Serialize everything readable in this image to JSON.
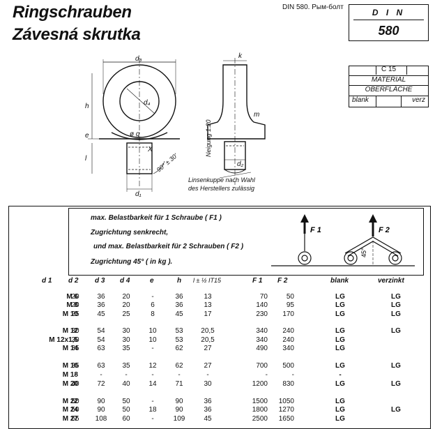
{
  "header": {
    "title_de": "Ringschrauben",
    "title_sk": "Závesná skrutka",
    "note": "DIN 580. Рым-болт",
    "din_label": "D I N",
    "din_number": "580"
  },
  "material_box": {
    "value": "C 15",
    "material": "MATERIAL",
    "surface": "OBERFLÄCHE",
    "blank": "blank",
    "verz": "verz"
  },
  "drawing": {
    "labels": {
      "d3": "d₃",
      "d4": "d₄",
      "e": "e",
      "dg": "ø g",
      "x": "X",
      "h": "h",
      "l": "l",
      "d1": "d₁",
      "k": "k",
      "m": "m",
      "d2": "d₂",
      "neigung": "Neigung  1:20",
      "angle": "90° ± 30'",
      "note_line1": "Linsenkuppe nach Wahl",
      "note_line2": "des Herstellers zulässig"
    }
  },
  "load_info": {
    "line1": "max. Belastbarkeit für 1 Schraube  ( F1 )",
    "line2": "Zugrichtung senkrecht,",
    "line3": "und max. Belastbarkeit für 2 Schrauben  ( F2 )",
    "line4": "Zugrichtung 45°  ( in kg ).",
    "f1": "F 1",
    "f2": "F 2",
    "angle": "45°"
  },
  "table": {
    "headers": [
      "d 1",
      "d 2",
      "d 3",
      "d 4",
      "e",
      "h",
      "l  ± ½ IT15",
      "F 1",
      "F 2",
      "blank",
      "verzinkt"
    ],
    "rows": [
      [
        "M 6",
        "20",
        "36",
        "20",
        "-",
        "36",
        "13",
        "70",
        "50",
        "LG",
        "LG"
      ],
      [
        "M 8",
        "20",
        "36",
        "20",
        "6",
        "36",
        "13",
        "140",
        "95",
        "LG",
        "LG"
      ],
      [
        "M 10",
        "25",
        "45",
        "25",
        "8",
        "45",
        "17",
        "230",
        "170",
        "LG",
        "LG"
      ],
      [
        "M 12",
        "30",
        "54",
        "30",
        "10",
        "53",
        "20,5",
        "340",
        "240",
        "LG",
        "LG"
      ],
      [
        "M 12x1,5",
        "30",
        "54",
        "30",
        "10",
        "53",
        "20,5",
        "340",
        "240",
        "LG",
        ""
      ],
      [
        "M 14",
        "35",
        "63",
        "35",
        "-",
        "62",
        "27",
        "490",
        "340",
        "LG",
        ""
      ],
      [
        "M 16",
        "35",
        "63",
        "35",
        "12",
        "62",
        "27",
        "700",
        "500",
        "LG",
        "LG"
      ],
      [
        "M 18",
        "-",
        "-",
        "-",
        "-",
        "-",
        "-",
        "-",
        "-",
        "-",
        ""
      ],
      [
        "M 20",
        "40",
        "72",
        "40",
        "14",
        "71",
        "30",
        "1200",
        "830",
        "LG",
        "LG"
      ],
      [
        "M 22",
        "50",
        "90",
        "50",
        "-",
        "90",
        "36",
        "1500",
        "1050",
        "LG",
        ""
      ],
      [
        "M 24",
        "50",
        "90",
        "50",
        "18",
        "90",
        "36",
        "1800",
        "1270",
        "LG",
        "LG"
      ],
      [
        "M 27",
        "65",
        "108",
        "60",
        "-",
        "109",
        "45",
        "2500",
        "1650",
        "LG",
        ""
      ]
    ]
  }
}
